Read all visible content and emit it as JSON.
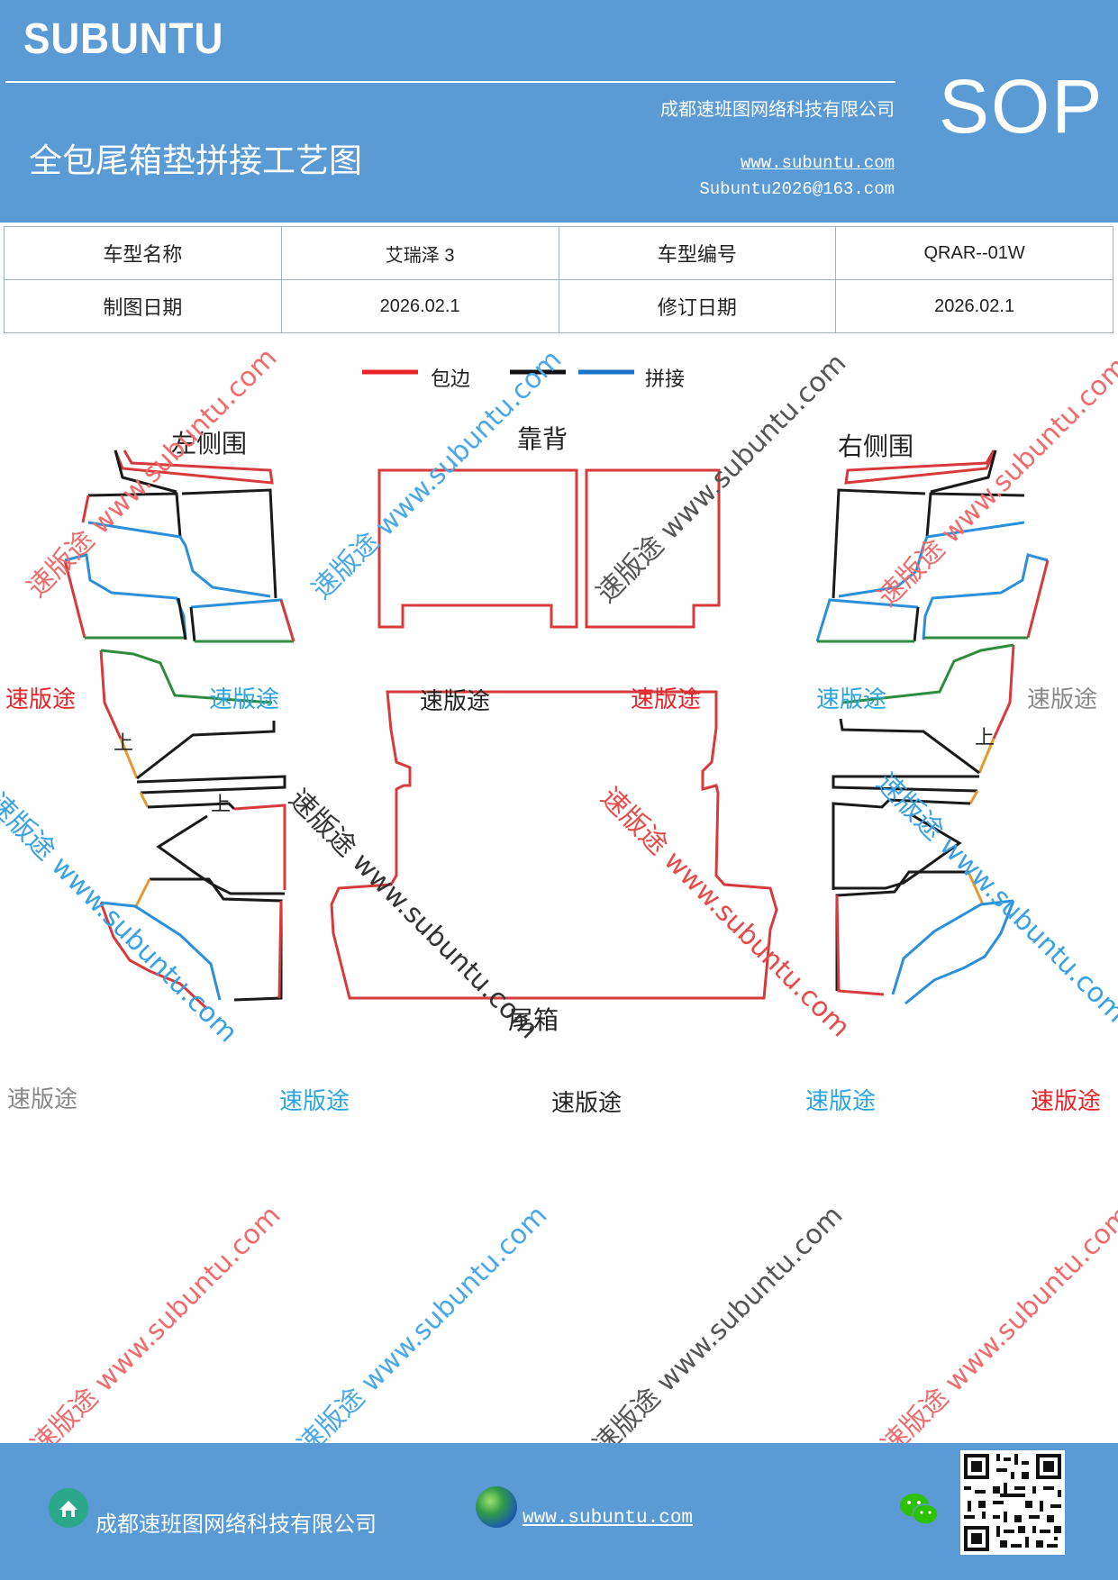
{
  "header": {
    "brand": "SUBUNTU",
    "sop": "SOP",
    "company": "成都速班图网络科技有限公司",
    "title": "全包尾箱垫拼接工艺图",
    "website": "www.subuntu.com",
    "email": "Subuntu2026@163.com"
  },
  "info_table": {
    "rows": [
      [
        "车型名称",
        "艾瑞泽 3",
        "车型编号",
        "QRAR--01W"
      ],
      [
        "制图日期",
        "2026.02.1",
        "修订日期",
        "2026.02.1"
      ]
    ]
  },
  "legend": {
    "items": [
      {
        "label": "包边",
        "color": "#e8232a"
      },
      {
        "label": "",
        "color": "#111111"
      },
      {
        "label": "拼接",
        "color": "#1a73c8"
      }
    ]
  },
  "drawing": {
    "label_left": "左侧围",
    "label_back": "靠背",
    "label_right": "右侧围",
    "label_trunk": "尾箱",
    "mark_up": "上",
    "colors": {
      "edge": "#d63a3a",
      "join": "#2b8fd9",
      "cut": "#1a1a1a",
      "green": "#2e8b3f",
      "orange": "#e69a2e"
    }
  },
  "watermarks": {
    "text_cn": "速版途",
    "text_url": "www.subuntu.com",
    "text_combo": "速版途 www.subuntu.com"
  },
  "footer": {
    "company": "成都速班图网络科技有限公司",
    "website": "www.subuntu.com",
    "icons": [
      "home-icon",
      "globe-icon",
      "wechat-icon",
      "qr-code"
    ]
  }
}
